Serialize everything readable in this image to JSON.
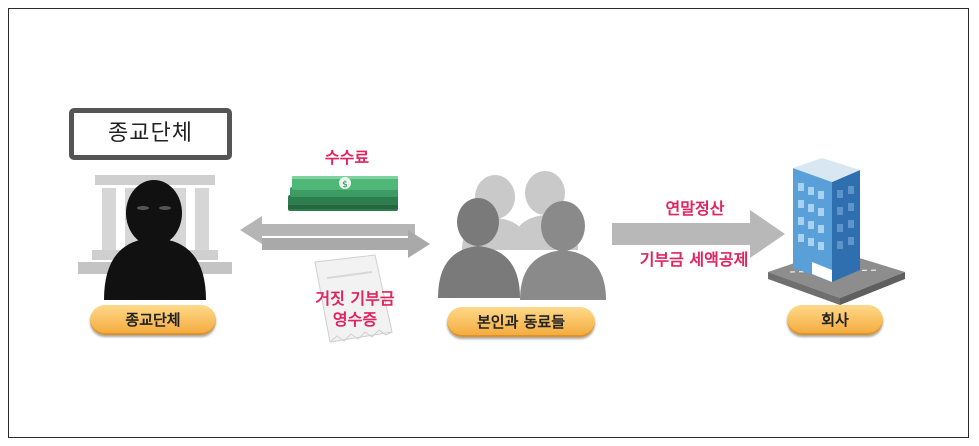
{
  "sign_text": "종교단체",
  "nodes": {
    "religious_group": "종교단체",
    "self_and_colleagues": "본인과 동료들",
    "company": "회사"
  },
  "edges": {
    "fee": "수수료",
    "fake_receipt_line1": "거짓 기부금",
    "fake_receipt_line2": "영수증",
    "year_end": "연말정산",
    "tax_credit": "기부금 세액공제"
  },
  "colors": {
    "accent_red": "#e0245e",
    "pill_orange": "#f3a93a",
    "arrow_gray": "#b5b5b5"
  }
}
